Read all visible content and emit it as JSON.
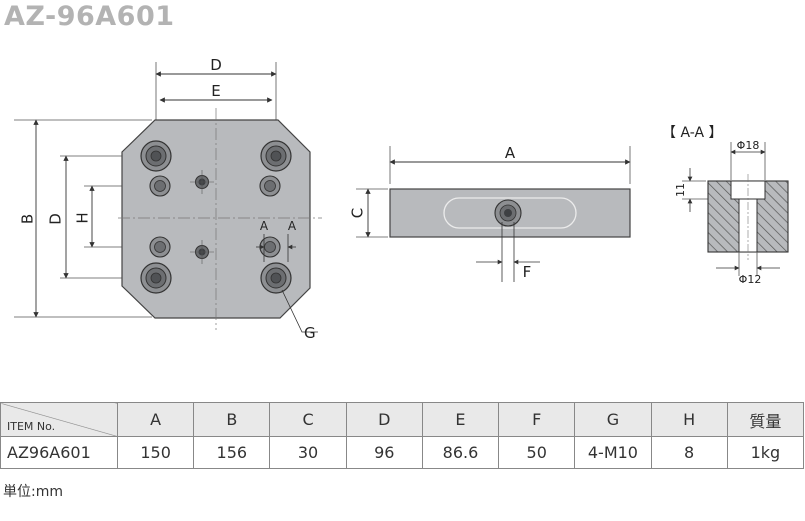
{
  "title": "AZ-96A601",
  "labels": {
    "D": "D",
    "E": "E",
    "B": "B",
    "H": "H",
    "G": "G",
    "A": "A",
    "C": "C",
    "F": "F",
    "section_a": "A",
    "section_title": "【 A-A 】",
    "dia_18": "Φ18",
    "dia_12": "Φ12",
    "depth_11": "11"
  },
  "table": {
    "corner": "ITEM No.",
    "headers": [
      "A",
      "B",
      "C",
      "D",
      "E",
      "F",
      "G",
      "H",
      "質量"
    ],
    "rows": [
      {
        "item": "AZ96A601",
        "values": [
          "150",
          "156",
          "30",
          "96",
          "86.6",
          "50",
          "4-M10",
          "8",
          "1kg"
        ]
      }
    ]
  },
  "unit_note": "単位:mm",
  "colors": {
    "plate_fill": "#b8babd",
    "line": "#333333",
    "header_bg": "#e9e9e9",
    "title_gray": "#b3b3b3"
  }
}
